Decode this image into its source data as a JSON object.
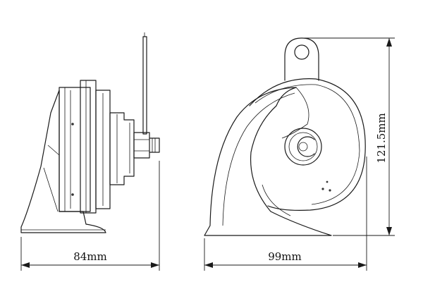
{
  "diagram": {
    "dimensions": {
      "side_width": "84mm",
      "front_width": "99mm",
      "front_height": "121.5mm"
    }
  }
}
